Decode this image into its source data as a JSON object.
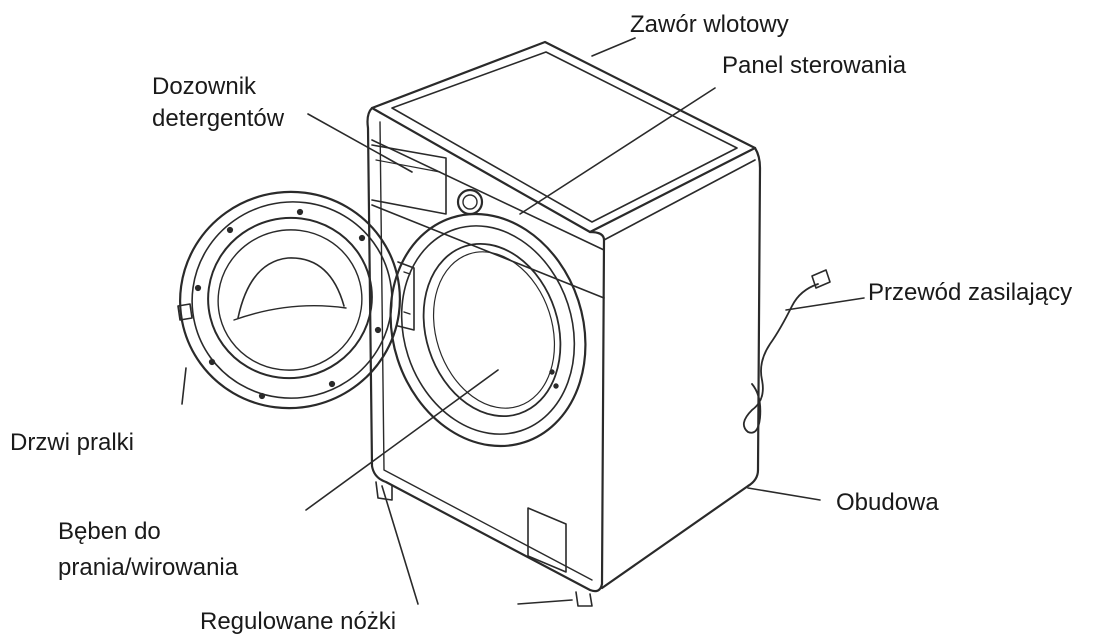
{
  "diagram": {
    "labels": {
      "inlet_valve": "Zawór wlotowy",
      "control_panel": "Panel sterowania",
      "detergent_dispenser_line1": "Dozownik",
      "detergent_dispenser_line2": "detergentów",
      "power_cord": "Przewód zasilający",
      "door": "Drzwi pralki",
      "housing": "Obudowa",
      "drum_line1": "Bęben do",
      "drum_line2": "prania/wirowania",
      "feet": "Regulowane nóżki"
    },
    "colors": {
      "line": "#2a2a2a",
      "text": "#1a1a1a",
      "background": "#ffffff"
    }
  }
}
